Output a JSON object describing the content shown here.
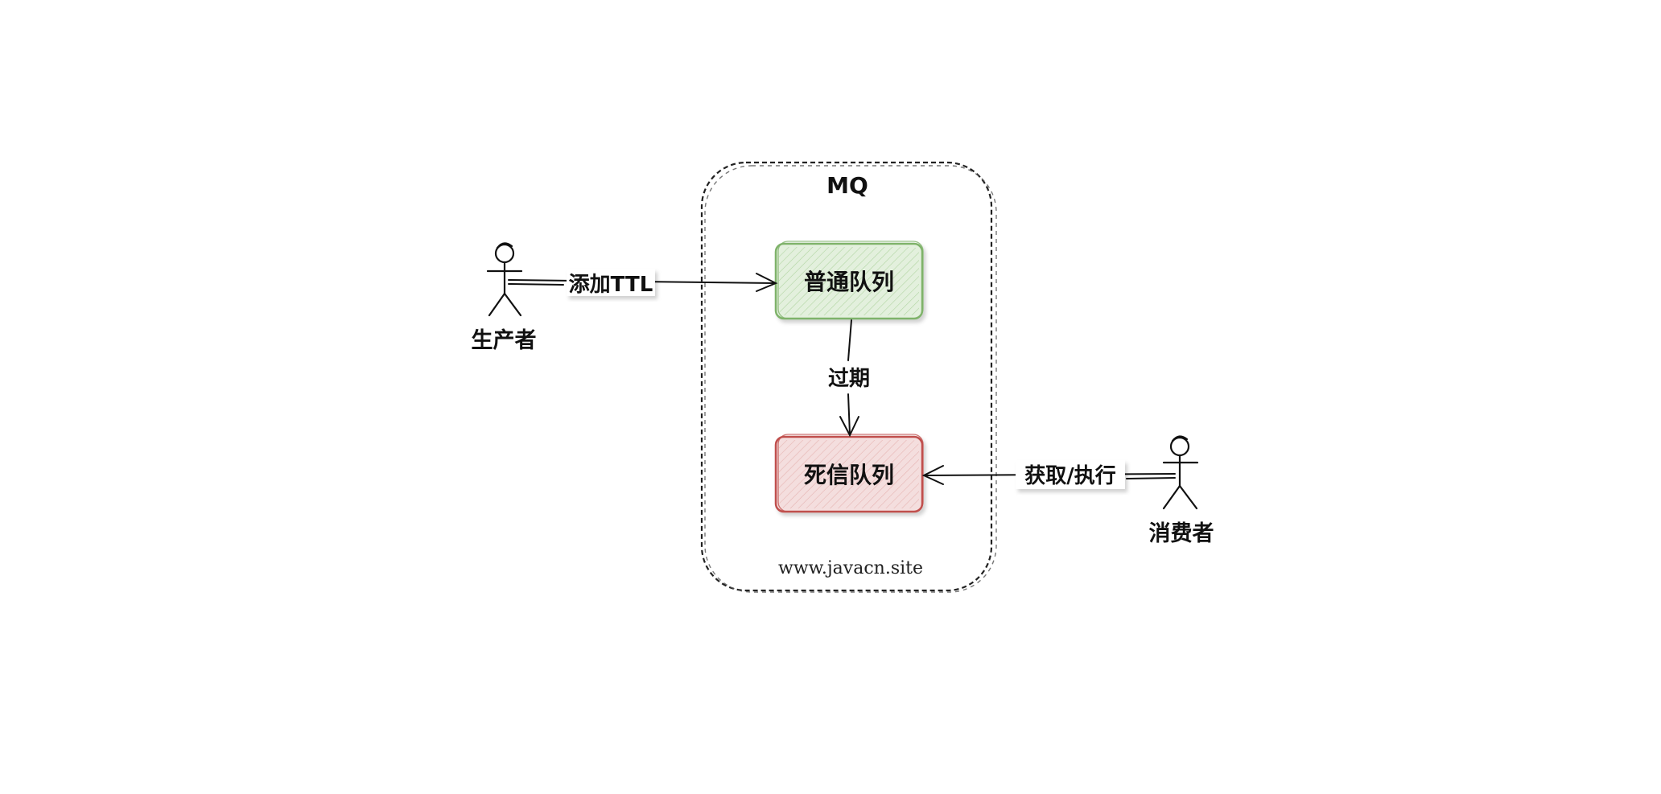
{
  "container": {
    "title": "MQ",
    "footer": "www.javacn.site"
  },
  "queues": {
    "normal": {
      "label": "普通队列",
      "color": "#7fb36b",
      "fill": "#e3f0dd"
    },
    "dead_letter": {
      "label": "死信队列",
      "color": "#c0504d",
      "fill": "#f4dede"
    }
  },
  "actors": {
    "producer": {
      "label": "生产者"
    },
    "consumer": {
      "label": "消费者"
    }
  },
  "edges": {
    "producer_to_normal": {
      "label": "添加TTL"
    },
    "normal_to_dead": {
      "label": "过期"
    },
    "consumer_to_dead": {
      "label": "获取/执行"
    }
  }
}
